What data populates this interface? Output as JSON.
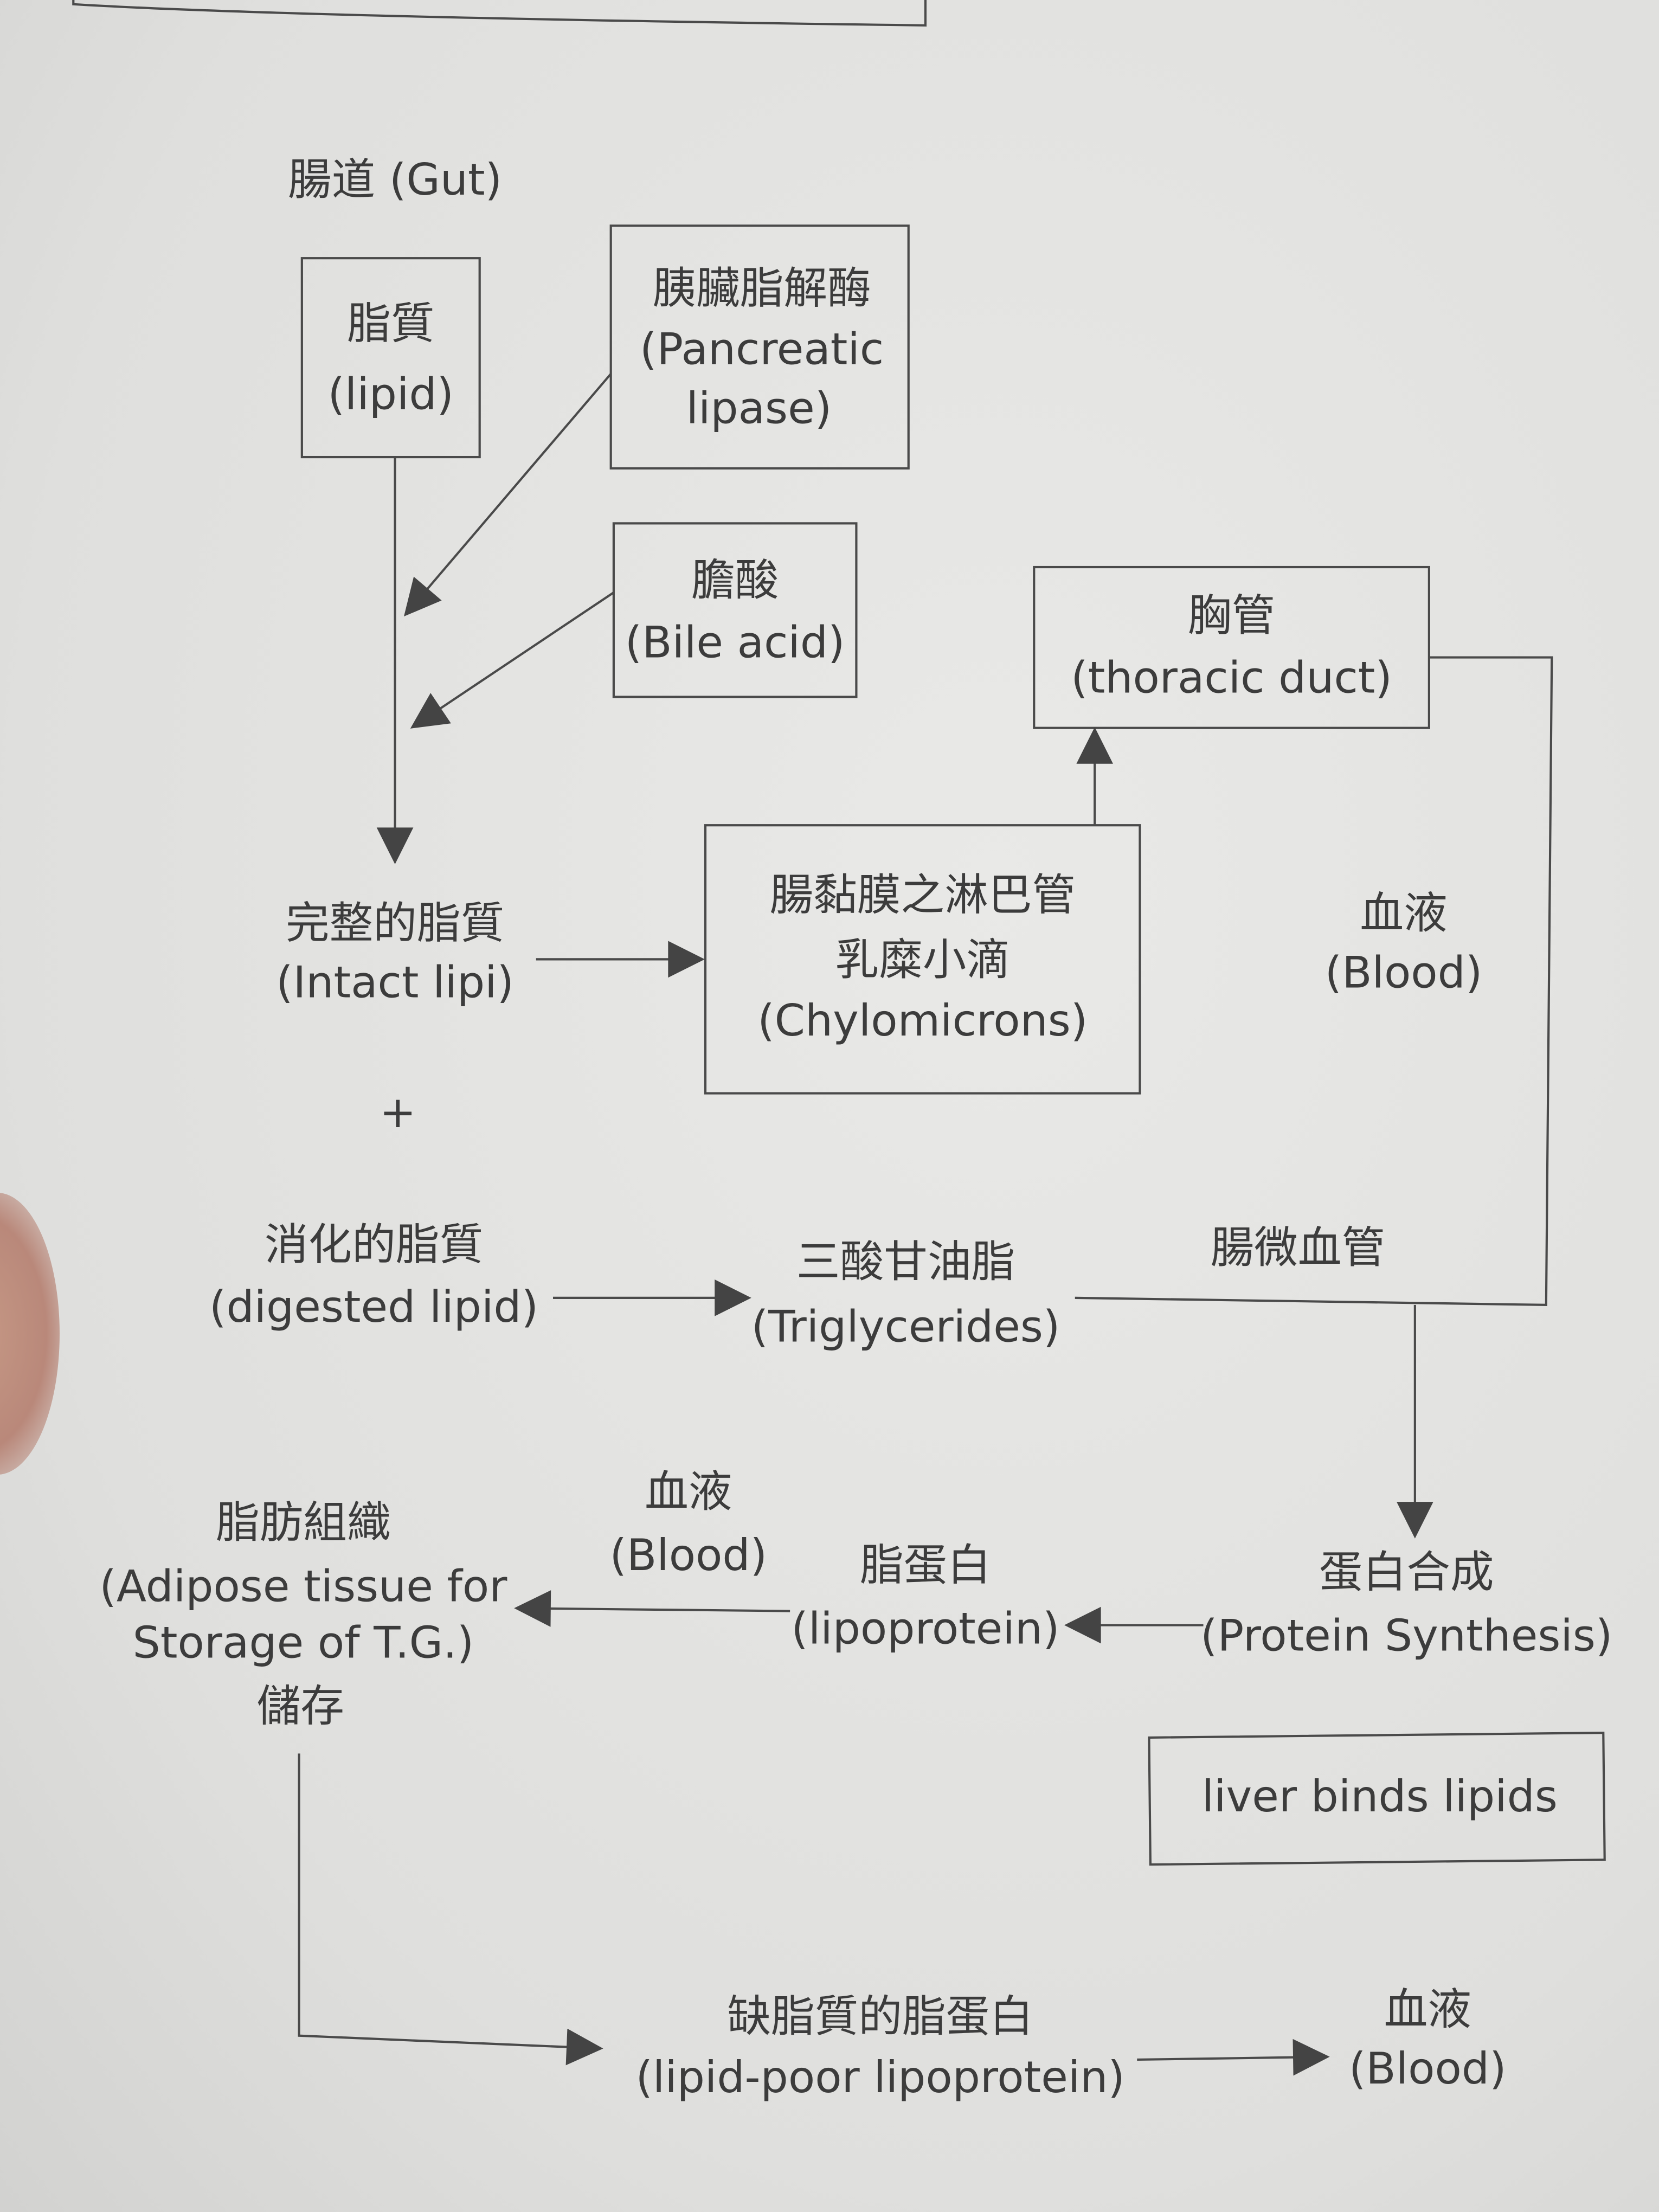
{
  "diagram": {
    "gut_label": "腸道 (Gut)",
    "lipid": {
      "zh": "脂質",
      "en": "(lipid)"
    },
    "pancreatic_lipase": {
      "zh": "胰臟脂解酶",
      "en1": "(Pancreatic",
      "en2": "lipase)"
    },
    "bile_acid": {
      "zh": "膽酸",
      "en": "(Bile acid)"
    },
    "thoracic_duct": {
      "zh": "胸管",
      "en": "(thoracic duct)"
    },
    "chylomicrons": {
      "zh1": "腸黏膜之淋巴管",
      "zh2": "乳糜小滴",
      "en": "(Chylomicrons)"
    },
    "intact_lipid": {
      "zh": "完整的脂質",
      "en": "(Intact lipi)"
    },
    "plus": "+",
    "digested_lipid": {
      "zh": "消化的脂質",
      "en": "(digested lipid)"
    },
    "triglycerides": {
      "zh": "三酸甘油脂",
      "en": "(Triglycerides)"
    },
    "capillaries": "腸微血管",
    "blood_right": {
      "zh": "血液",
      "en": "(Blood)"
    },
    "protein_synthesis": {
      "zh": "蛋白合成",
      "en": "(Protein Synthesis)"
    },
    "lipoprotein": {
      "zh": "脂蛋白",
      "en": "(lipoprotein)"
    },
    "blood_middle": {
      "zh": "血液",
      "en": "(Blood)"
    },
    "adipose": {
      "zh": "脂肪組織",
      "en1": "(Adipose tissue for",
      "en2": "Storage of T.G.)",
      "zh2": "儲存"
    },
    "liver": "liver binds lipids",
    "lipid_poor": {
      "zh": "缺脂質的脂蛋白",
      "en": "(lipid-poor lipoprotein)"
    },
    "blood_bottom": {
      "zh": "血液",
      "en": "(Blood)"
    }
  }
}
